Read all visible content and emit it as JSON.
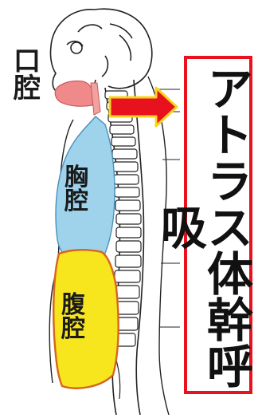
{
  "labels": {
    "mouth_cavity": "口\n腔",
    "chest_cavity": "胸\n腔",
    "abdominal_cavity": "腹\n腔"
  },
  "title": "アトラス体幹呼吸",
  "colors": {
    "mouth": "#f08a8a",
    "chest": "#9fd3ec",
    "abdomen": "#f7e61e",
    "abdomen_outline": "#d9641e",
    "arrow_fill": "#e8121e",
    "arrow_outline": "#f7d51e",
    "box_border": "#e8121e",
    "line_art": "#222222"
  }
}
